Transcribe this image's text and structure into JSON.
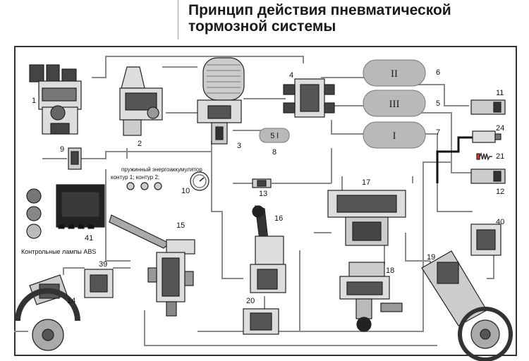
{
  "title": {
    "line1": "Принцип действия пневматической",
    "line2": "тормозной системы"
  },
  "tank_labels": {
    "tank_6": "II",
    "tank_5": "III",
    "tank_7": "I",
    "tank_8": "5 l"
  },
  "component_numbers": {
    "n1": "1",
    "n2": "2",
    "n3": "3",
    "n4": "4",
    "n5": "5",
    "n6": "6",
    "n7": "7",
    "n8": "8",
    "n9": "9",
    "n10": "10",
    "n11": "11",
    "n12": "12",
    "n13": "13",
    "n14": "14",
    "n15": "15",
    "n16": "16",
    "n17": "17",
    "n18": "18",
    "n19": "19",
    "n20": "20",
    "n21": "21",
    "n24": "24",
    "n39": "39",
    "n40": "40",
    "n41": "41"
  },
  "annotations": {
    "spring_accumulator": "пружинный энергоаккумулятор",
    "circuits": "контур 1; контур 2;",
    "abs_lamps": "Контрольные лампы ABS"
  },
  "colors": {
    "tank_fill": "#b9b9b9",
    "pipe": "#8a8a8a",
    "frame": "#333333"
  }
}
